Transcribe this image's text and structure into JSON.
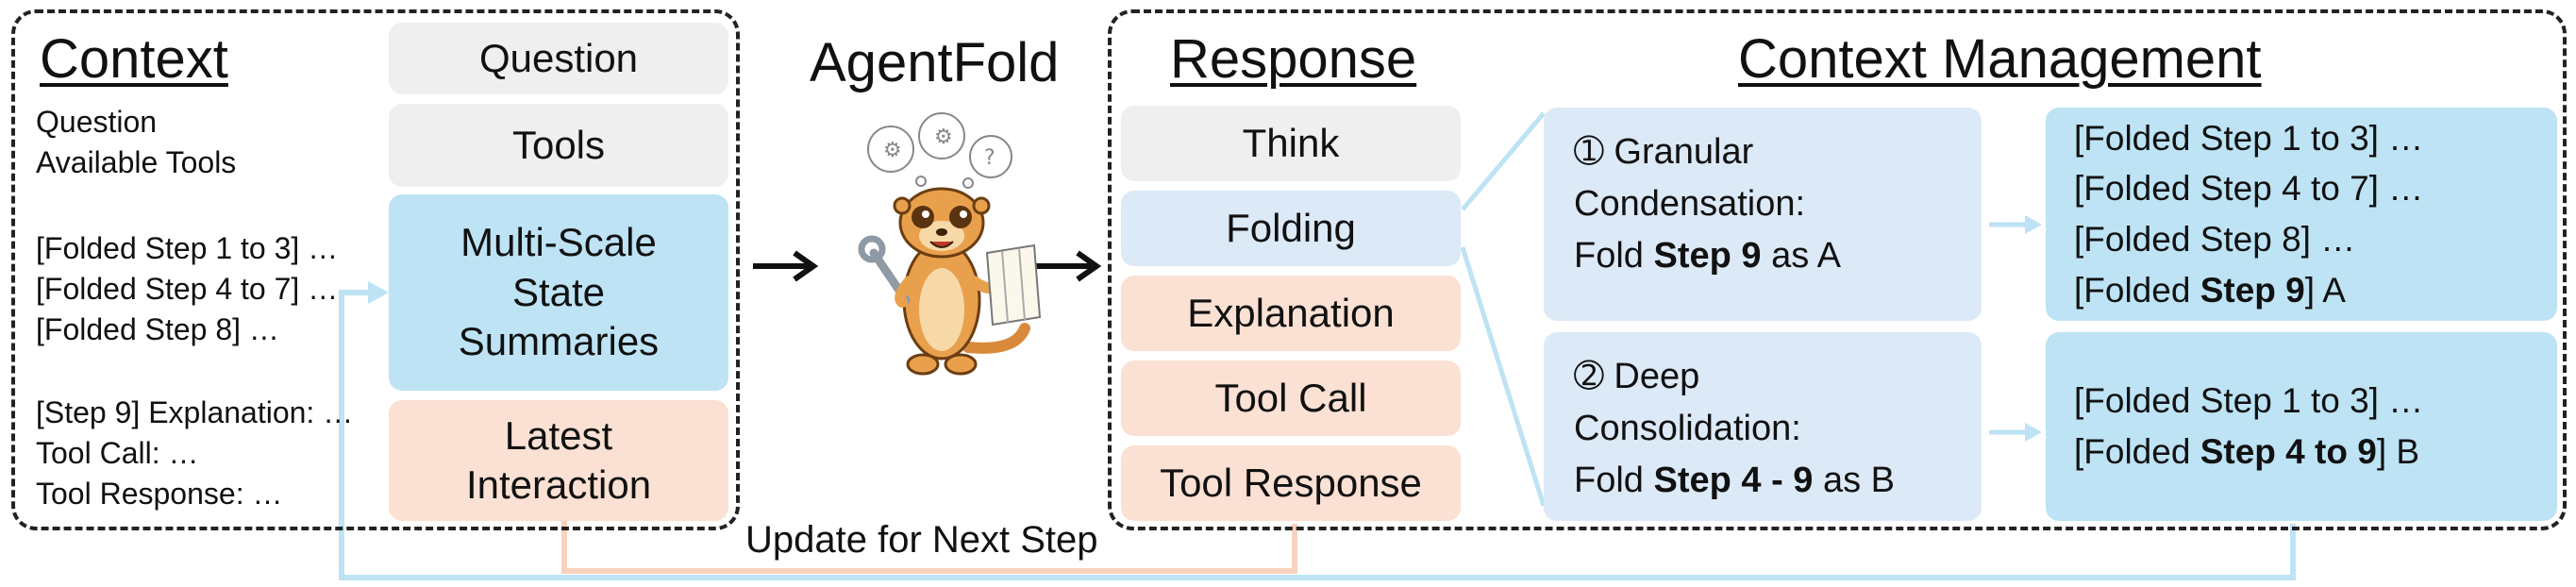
{
  "context": {
    "title": "Context",
    "question_line": "Question",
    "tools_line": "Available Tools",
    "folded_lines": [
      "[Folded Step 1 to 3] …",
      "[Folded Step 4 to 7] …",
      "[Folded Step 8] …"
    ],
    "interaction_lines": [
      "[Step 9] Explanation: …",
      "Tool Call: …",
      "Tool Response: …"
    ],
    "boxes": {
      "question": "Question",
      "tools": "Tools",
      "summaries_lines": [
        "Multi-Scale",
        "State",
        "Summaries"
      ],
      "latest_lines": [
        "Latest",
        "Interaction"
      ]
    }
  },
  "agent": {
    "name": "AgentFold",
    "mascot_icon": "meerkat-mascot-icon"
  },
  "response": {
    "title": "Response",
    "items": [
      "Think",
      "Folding",
      "Explanation",
      "Tool Call",
      "Tool Response"
    ]
  },
  "context_management": {
    "title": "Context Management",
    "granular": {
      "number": "➀",
      "line1": "Granular",
      "line2": "Condensation:",
      "fold_prefix": "Fold ",
      "fold_bold": "Step 9",
      "fold_suffix": " as A"
    },
    "deep": {
      "number": "➁",
      "line1": "Deep",
      "line2": "Consolidation:",
      "fold_prefix": "Fold ",
      "fold_bold": "Step 4 - 9",
      "fold_suffix": " as B"
    },
    "result_a": {
      "line1": "[Folded Step 1 to 3] …",
      "line2": "[Folded Step 4 to 7] …",
      "line3": "[Folded Step 8] …",
      "line4_prefix": "[Folded ",
      "line4_bold": "Step 9",
      "line4_suffix": "] A"
    },
    "result_b": {
      "line1": "[Folded Step 1 to 3] …",
      "line2_prefix": "[Folded ",
      "line2_bold": "Step 4 to 9",
      "line2_suffix": "] B"
    }
  },
  "feedback": {
    "label": "Update for Next Step"
  },
  "colors": {
    "gray": "#efefef",
    "blue": "#bde3f5",
    "lightblue": "#dce9f7",
    "peach": "#fbe1d3",
    "feedback_blue": "#bde3f5",
    "feedback_peach": "#f8d2bd"
  }
}
